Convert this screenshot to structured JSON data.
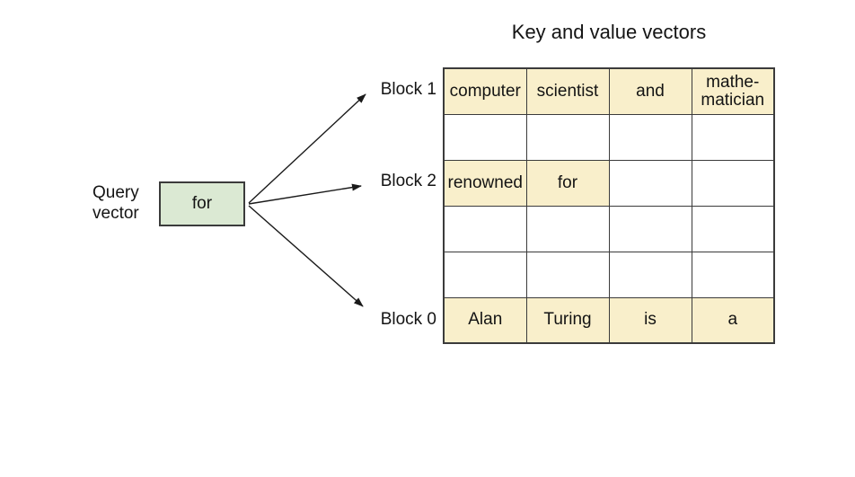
{
  "title": "Key and value vectors",
  "query": {
    "label": "Query\nvector",
    "token": "for"
  },
  "blocks": [
    {
      "label": "Block 1"
    },
    {
      "label": "Block 2"
    },
    {
      "label": "Block 0"
    }
  ],
  "kv_table": {
    "rows": [
      {
        "cells": [
          "computer",
          "scientist",
          "and",
          "mathe-\nmatician"
        ]
      },
      {
        "cells": [
          "",
          "",
          "",
          ""
        ]
      },
      {
        "cells": [
          "renowned",
          "for",
          "",
          ""
        ]
      },
      {
        "cells": [
          "",
          "",
          "",
          ""
        ]
      },
      {
        "cells": [
          "",
          "",
          "",
          ""
        ]
      },
      {
        "cells": [
          "Alan",
          "Turing",
          "is",
          "a"
        ]
      }
    ]
  },
  "colors": {
    "highlight": "#F9EFCB",
    "query_box": "#DBE9D3",
    "border": "#3b3b3b"
  }
}
